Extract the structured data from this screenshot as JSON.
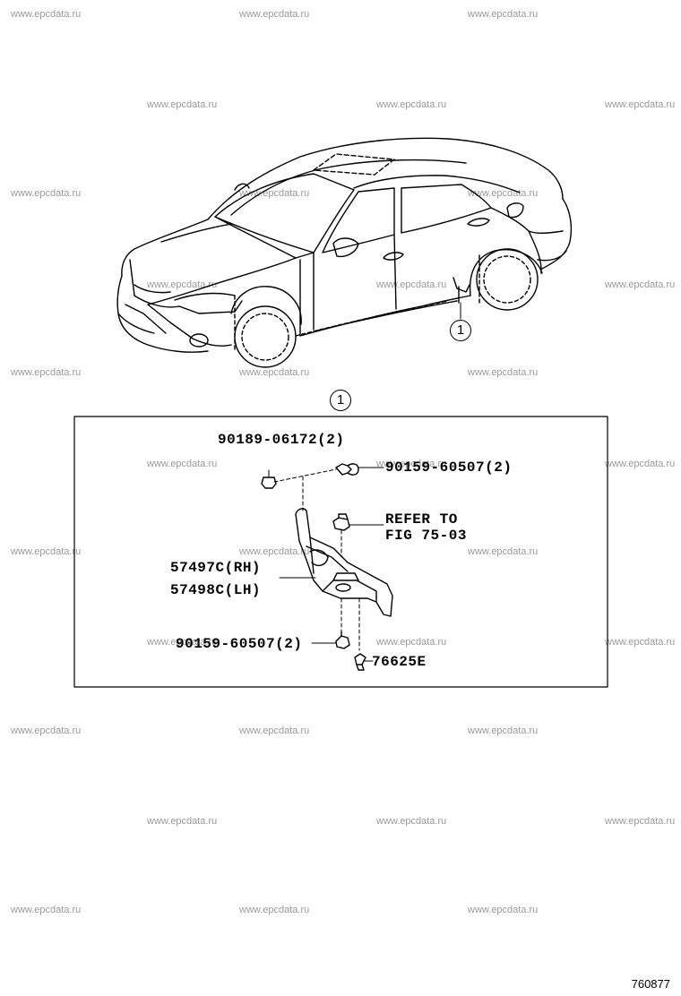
{
  "watermark": "www.epcdata.ru",
  "callout_number": "1",
  "parts": {
    "bolt_top": "90189-06172(2)",
    "screw_top": "90159-60507(2)",
    "refer_line1": "REFER TO",
    "refer_line2": "FIG 75-03",
    "bracket_rh": "57497C(RH)",
    "bracket_lh": "57498C(LH)",
    "screw_bottom": "90159-60507(2)",
    "clip": "76625E"
  },
  "figure_number": "760877"
}
